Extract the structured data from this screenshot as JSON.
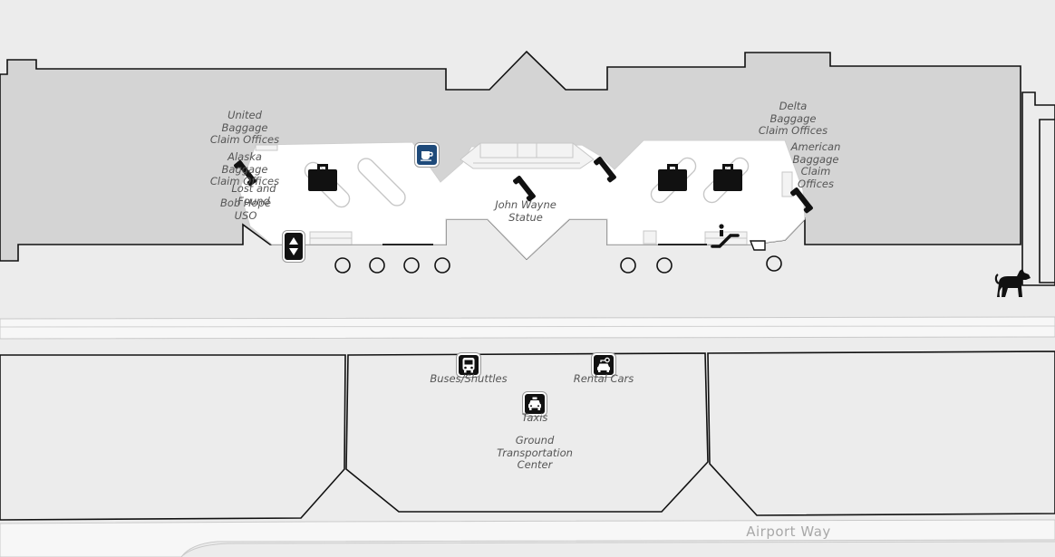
{
  "labels": {
    "united_baggage": [
      "United",
      "Baggage",
      "Claim Offices"
    ],
    "alaska_baggage": [
      "Alaska",
      "Baggage",
      "Claim Offices"
    ],
    "lost_found": [
      "Lost and",
      "Found"
    ],
    "bob_hope": [
      "Bob Hope",
      "USO"
    ],
    "john_wayne": [
      "John Wayne",
      "Statue"
    ],
    "delta_baggage": [
      "Delta",
      "Baggage",
      "Claim Offices"
    ],
    "american_baggage": [
      "American",
      "Baggage",
      "Claim",
      "Offices"
    ],
    "buses": "Buses/Shuttles",
    "rental_cars": "Rental Cars",
    "taxis": "Taxis",
    "ground_transport": [
      "Ground",
      "Transportation",
      "Center"
    ],
    "road": "Airport Way"
  },
  "colors": {
    "background": "#ececec",
    "building": "#d4d4d4",
    "concourse": "#ffffff",
    "outline": "#111111",
    "coffee_badge": "#1e4a7a"
  },
  "icons": {
    "coffee": "coffee-cup-icon",
    "elevator": "elevator-icon",
    "escalator": "escalator-icon",
    "telephone": "telephone-icon",
    "baggage_carousel": "suitcase-icon",
    "bus": "bus-icon",
    "rental_car": "rental-car-icon",
    "taxi": "taxi-icon",
    "pet_relief": "dog-icon"
  }
}
